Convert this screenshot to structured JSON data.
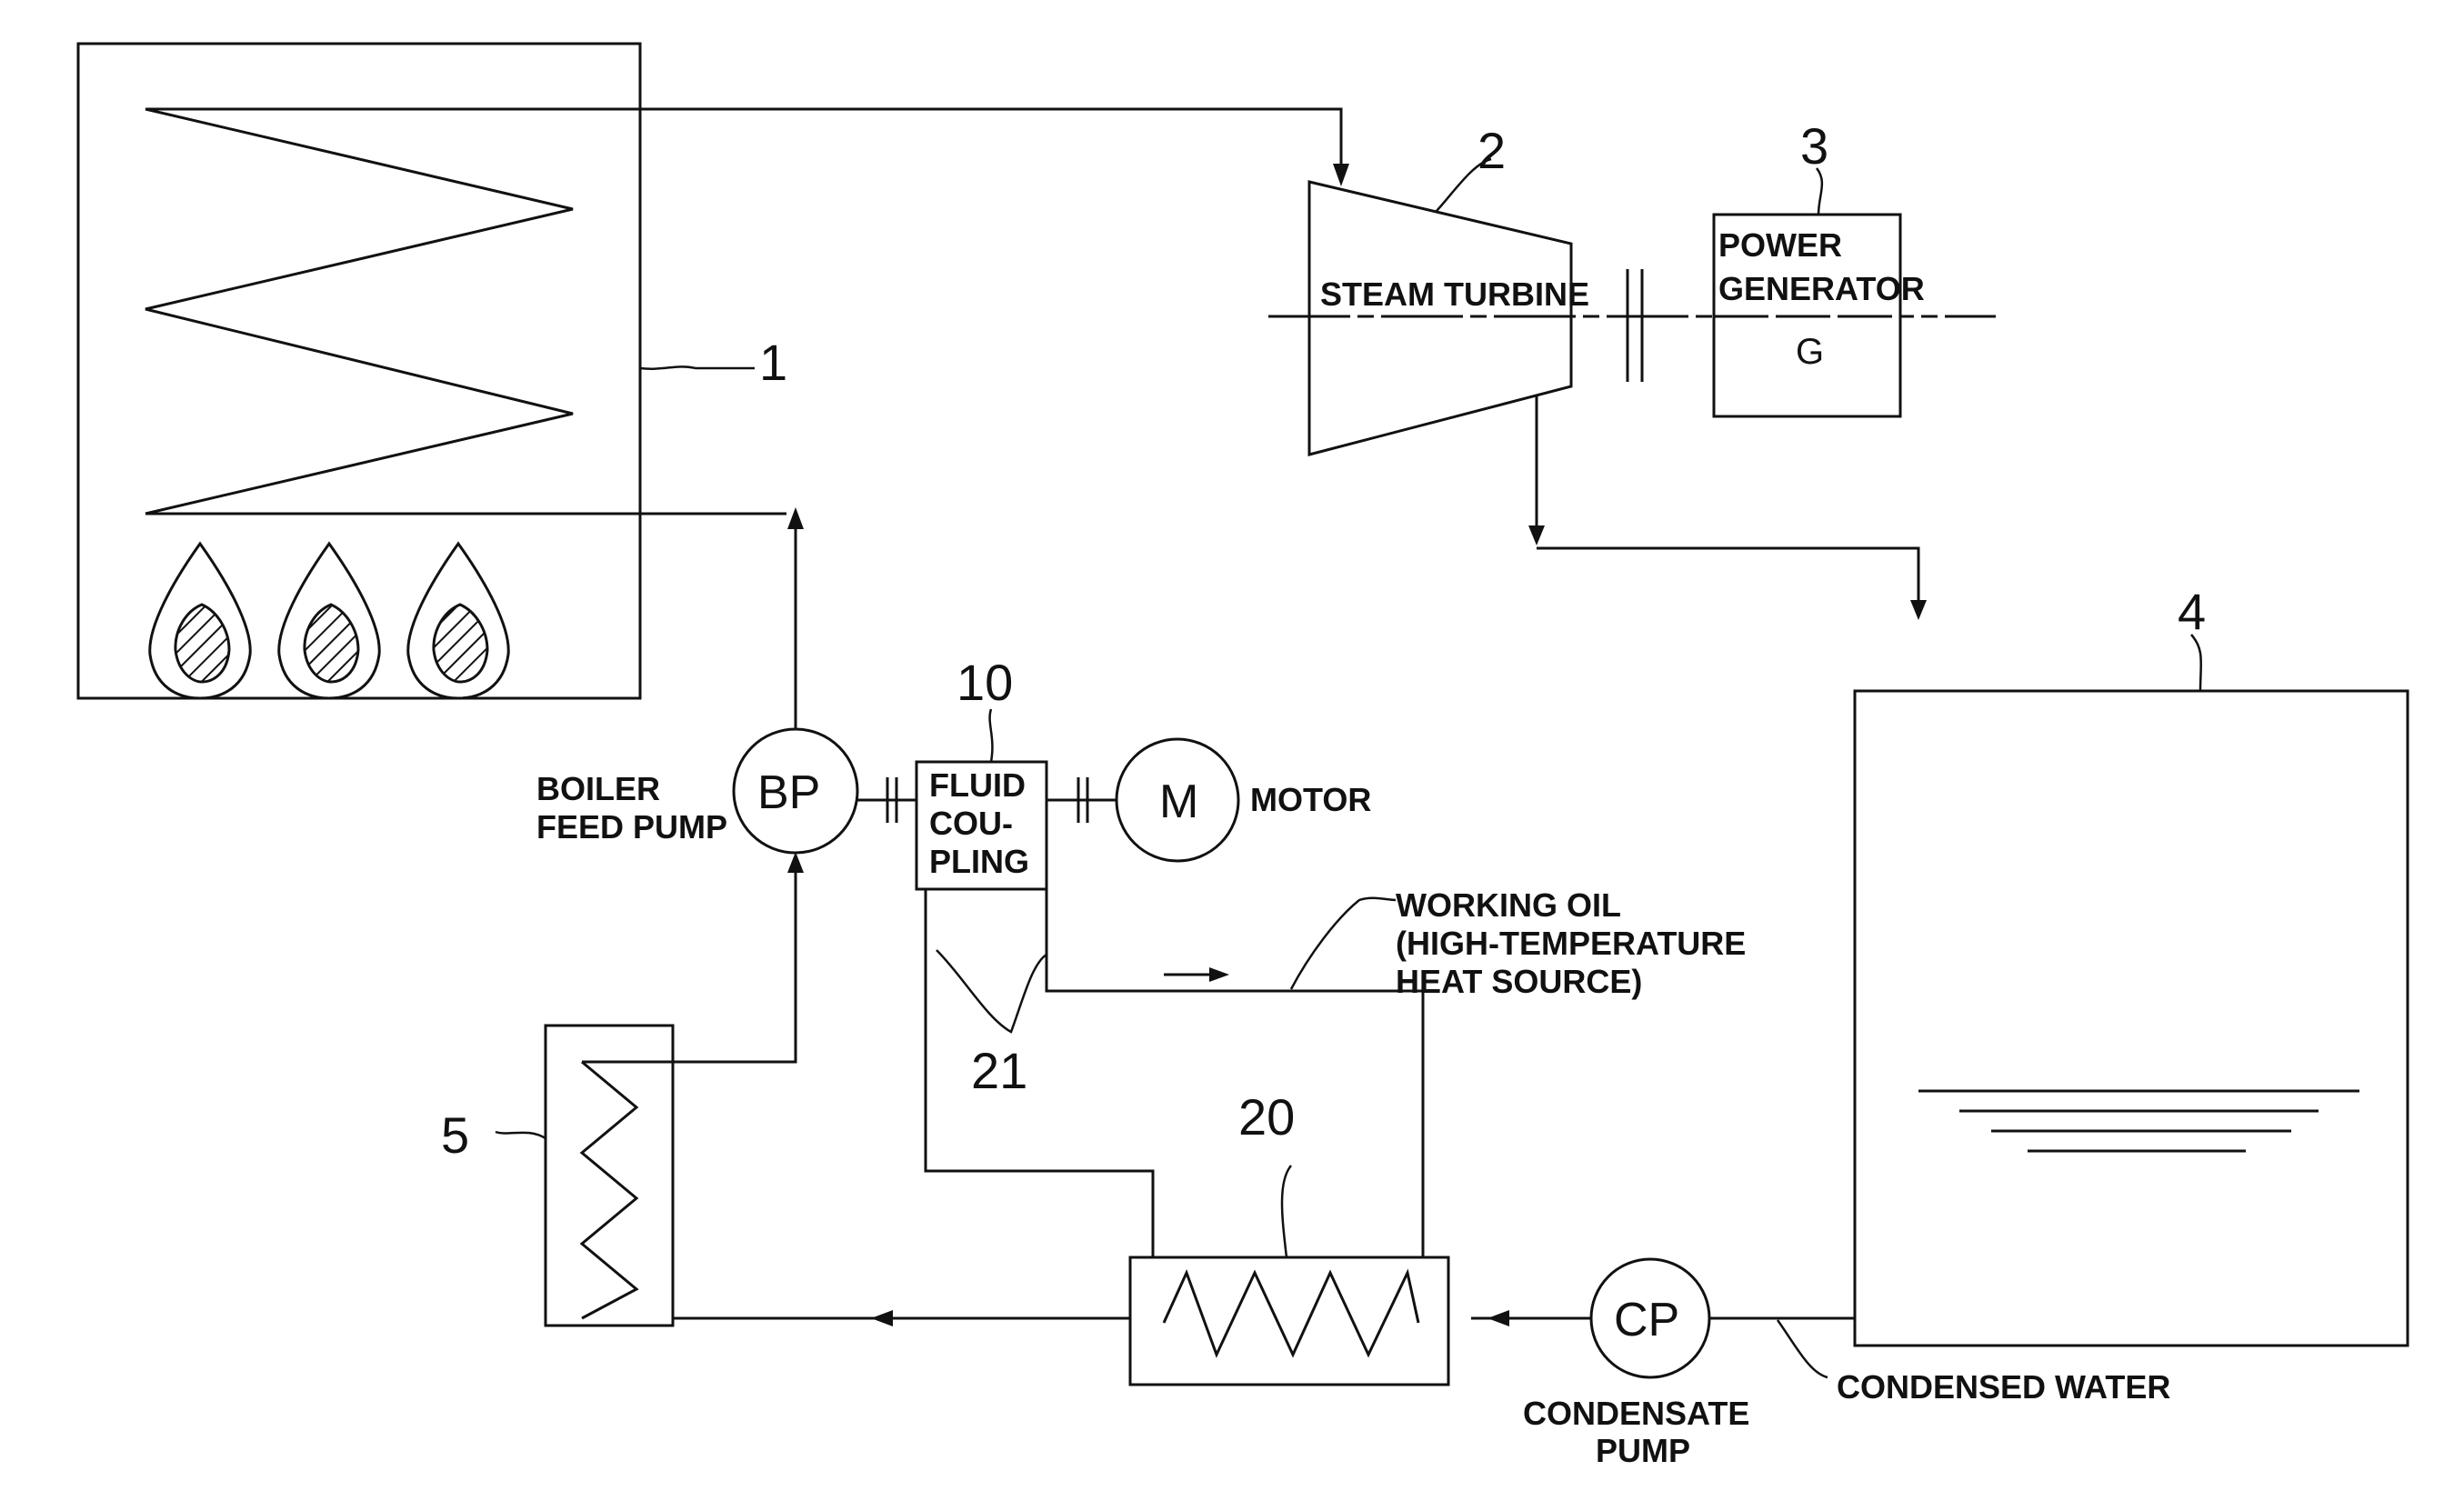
{
  "labels": {
    "steam_turbine": "STEAM  TURBINE",
    "power_generator_1": "POWER",
    "power_generator_2": "GENERATOR",
    "generator_symbol": "G",
    "boiler_feed_pump_1": "BOILER",
    "boiler_feed_pump_2": "FEED PUMP",
    "bp_symbol": "BP",
    "fluid_coupling_1": "FLUID",
    "fluid_coupling_2": "COU-",
    "fluid_coupling_3": "PLING",
    "motor_symbol": "M",
    "motor": "MOTOR",
    "working_oil_1": "WORKING OIL",
    "working_oil_2": "(HIGH-TEMPERATURE",
    "working_oil_3": "HEAT SOURCE)",
    "cp_symbol": "CP",
    "condensate_pump_1": "CONDENSATE",
    "condensate_pump_2": "PUMP",
    "condensed_water": "CONDENSED WATER"
  },
  "ref_numbers": {
    "boiler": "1",
    "steam_turbine": "2",
    "power_generator": "3",
    "condenser": "4",
    "heater": "5",
    "fluid_coupling": "10",
    "heat_exchanger": "20",
    "oil_lines": "21"
  }
}
